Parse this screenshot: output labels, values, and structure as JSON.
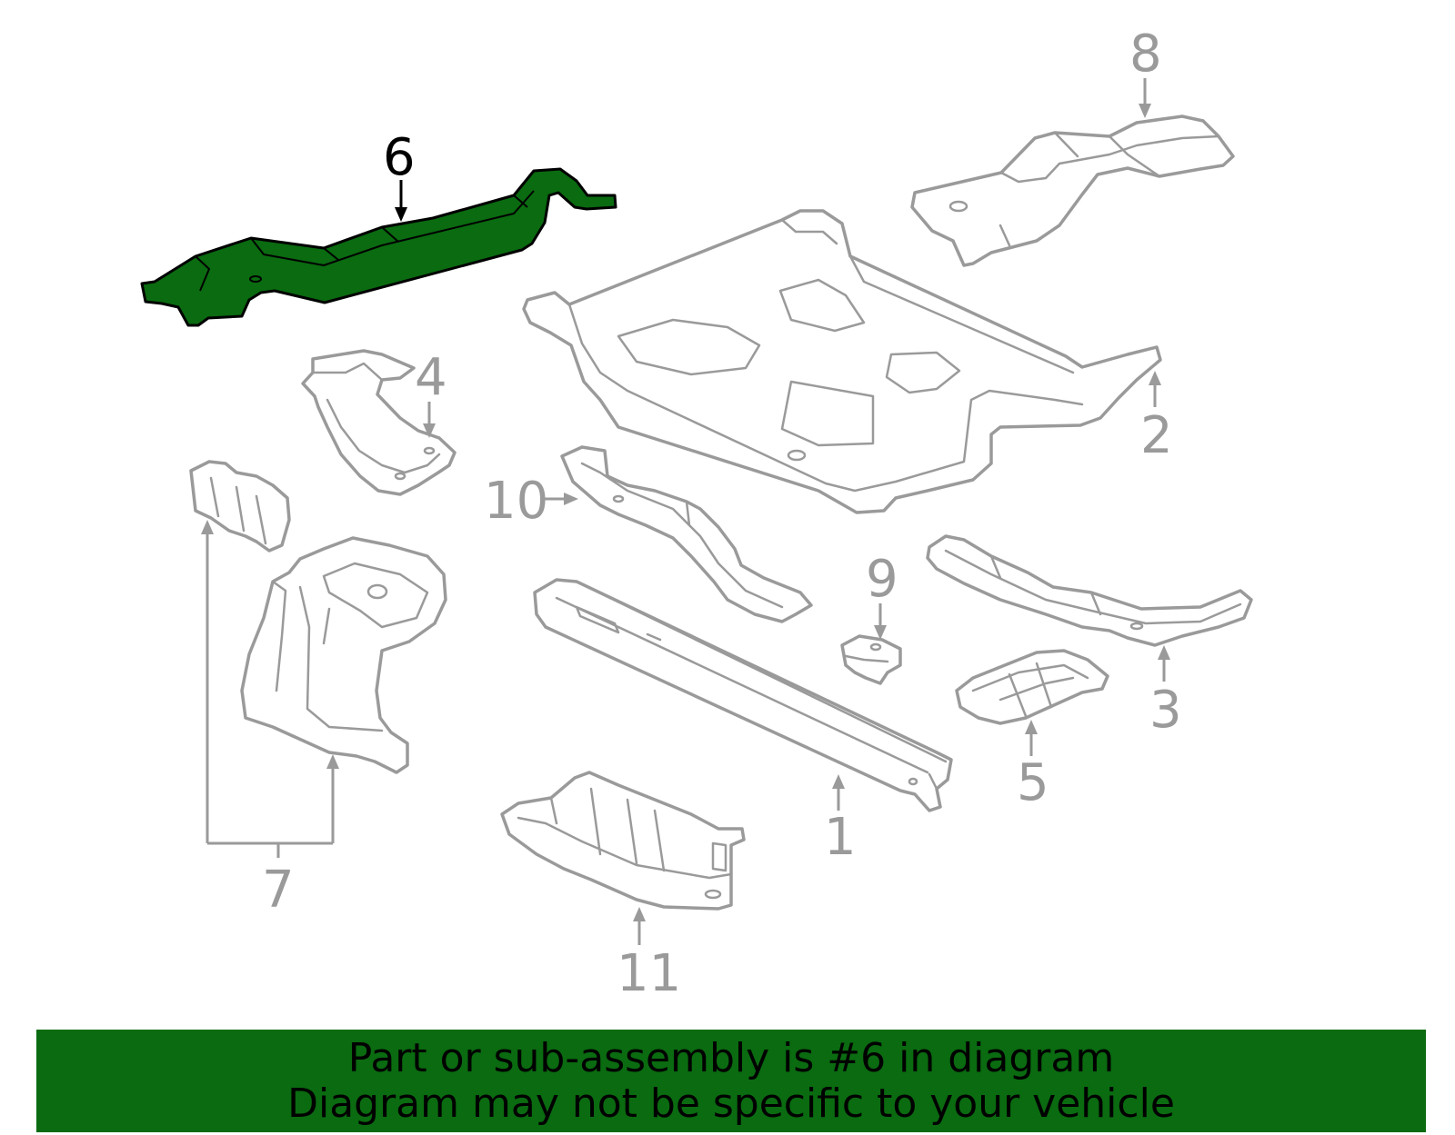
{
  "callouts": {
    "c1": "1",
    "c2": "2",
    "c3": "3",
    "c4": "4",
    "c5": "5",
    "c6": "6",
    "c7": "7",
    "c8": "8",
    "c9": "9",
    "c10": "10",
    "c11": "11"
  },
  "highlight": {
    "part_number": "6",
    "color": "#0a6b10"
  },
  "banner": {
    "line1": "Part or sub-assembly is #6 in diagram",
    "line2": "Diagram may not be specific to your vehicle",
    "background": "#0a6b10"
  }
}
